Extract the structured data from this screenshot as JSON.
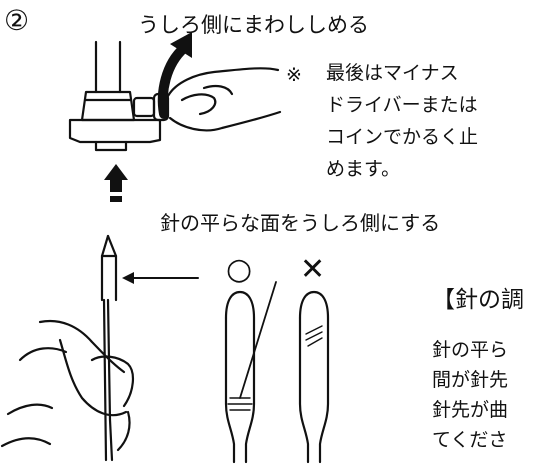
{
  "step": {
    "number": "②",
    "title": "うしろ側にまわししめる"
  },
  "note": {
    "mark": "※",
    "lines": [
      "最後はマイナス",
      "ドライバーまたは",
      "コインでかるく止",
      "めます。"
    ]
  },
  "needle_caption": "針の平らな面をうしろ側にする",
  "correct_symbol": "○",
  "wrong_symbol": "✕",
  "section": {
    "heading": "【針の調",
    "body_lines": [
      "針の平ら",
      "間が針先",
      "針先が曲",
      "てくださ"
    ]
  },
  "colors": {
    "ink": "#111111",
    "background": "#ffffff"
  }
}
